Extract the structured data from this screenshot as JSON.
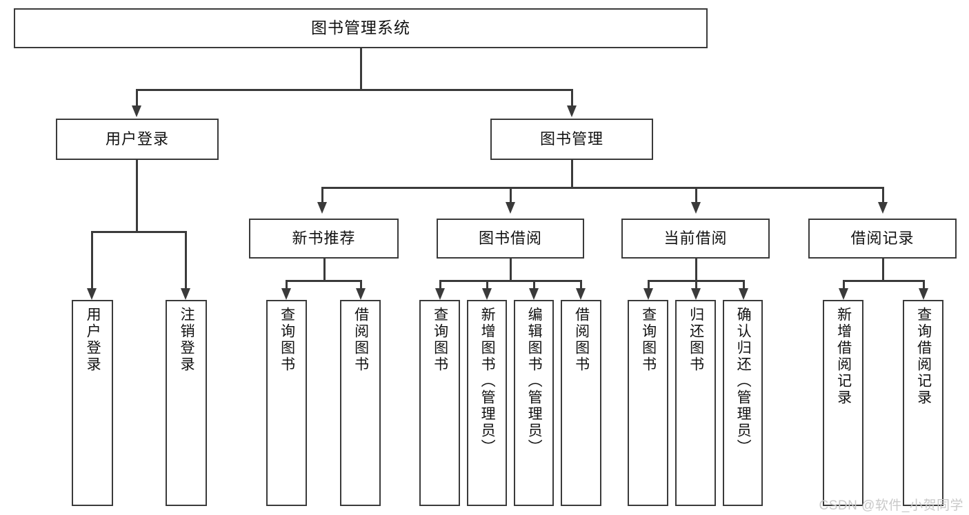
{
  "diagram": {
    "title": "图书管理系统",
    "type": "tree",
    "root": {
      "label": "图书管理系统"
    },
    "level2": [
      {
        "label": "用户登录"
      },
      {
        "label": "图书管理"
      }
    ],
    "level3": [
      {
        "label": "新书推荐"
      },
      {
        "label": "图书借阅"
      },
      {
        "label": "当前借阅"
      },
      {
        "label": "借阅记录"
      }
    ],
    "leaves": {
      "user_login": [
        {
          "label": "用户登录"
        },
        {
          "label": "注销登录"
        }
      ],
      "new_book_recommend": [
        {
          "label": "查询图书"
        },
        {
          "label": "借阅图书"
        }
      ],
      "book_borrow": [
        {
          "label": "查询图书"
        },
        {
          "label": "新增图书（管理员）"
        },
        {
          "label": "编辑图书（管理员）"
        },
        {
          "label": "借阅图书"
        }
      ],
      "current_borrow": [
        {
          "label": "查询图书"
        },
        {
          "label": "归还图书"
        },
        {
          "label": "确认归还（管理员）"
        }
      ],
      "borrow_record": [
        {
          "label": "新增借阅记录"
        },
        {
          "label": "查询借阅记录"
        }
      ]
    }
  },
  "watermark": {
    "text": "CSDN @软件_小贺同学"
  },
  "colors": {
    "stroke": "#3a3a3a",
    "fill": "#ffffff",
    "text": "#111111",
    "watermark": "#c9c9c9"
  }
}
